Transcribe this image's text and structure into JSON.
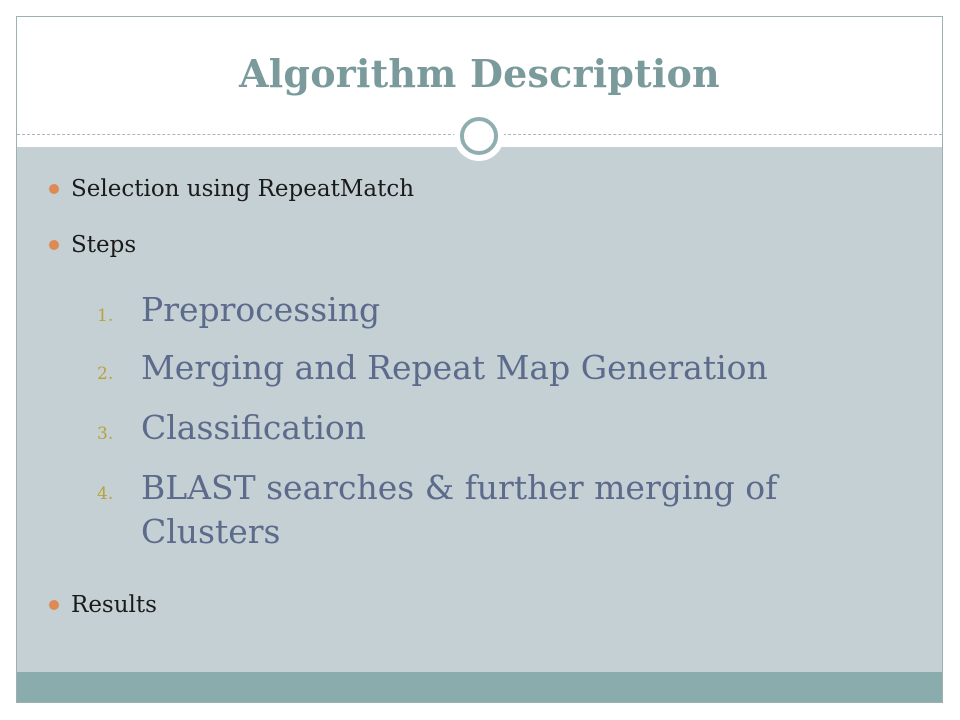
{
  "slide": {
    "title": "Algorithm Description",
    "bullets": [
      "Selection using RepeatMatch",
      "Steps"
    ],
    "steps": [
      {
        "number": "1.",
        "text": "Preprocessing"
      },
      {
        "number": "2.",
        "text": "Merging and Repeat Map Generation"
      },
      {
        "number": "3.",
        "text": "Classification"
      },
      {
        "number": "4.",
        "text": "BLAST searches & further merging of Clusters"
      }
    ],
    "final_bullet": "Results"
  },
  "colors": {
    "title": "#7a9a9c",
    "content_band": "#c5d0d4",
    "footer_band": "#8bacac",
    "bullet_dot": "#dd8a55",
    "step_number": "#b9a23a",
    "step_text": "#5c6a8c"
  }
}
